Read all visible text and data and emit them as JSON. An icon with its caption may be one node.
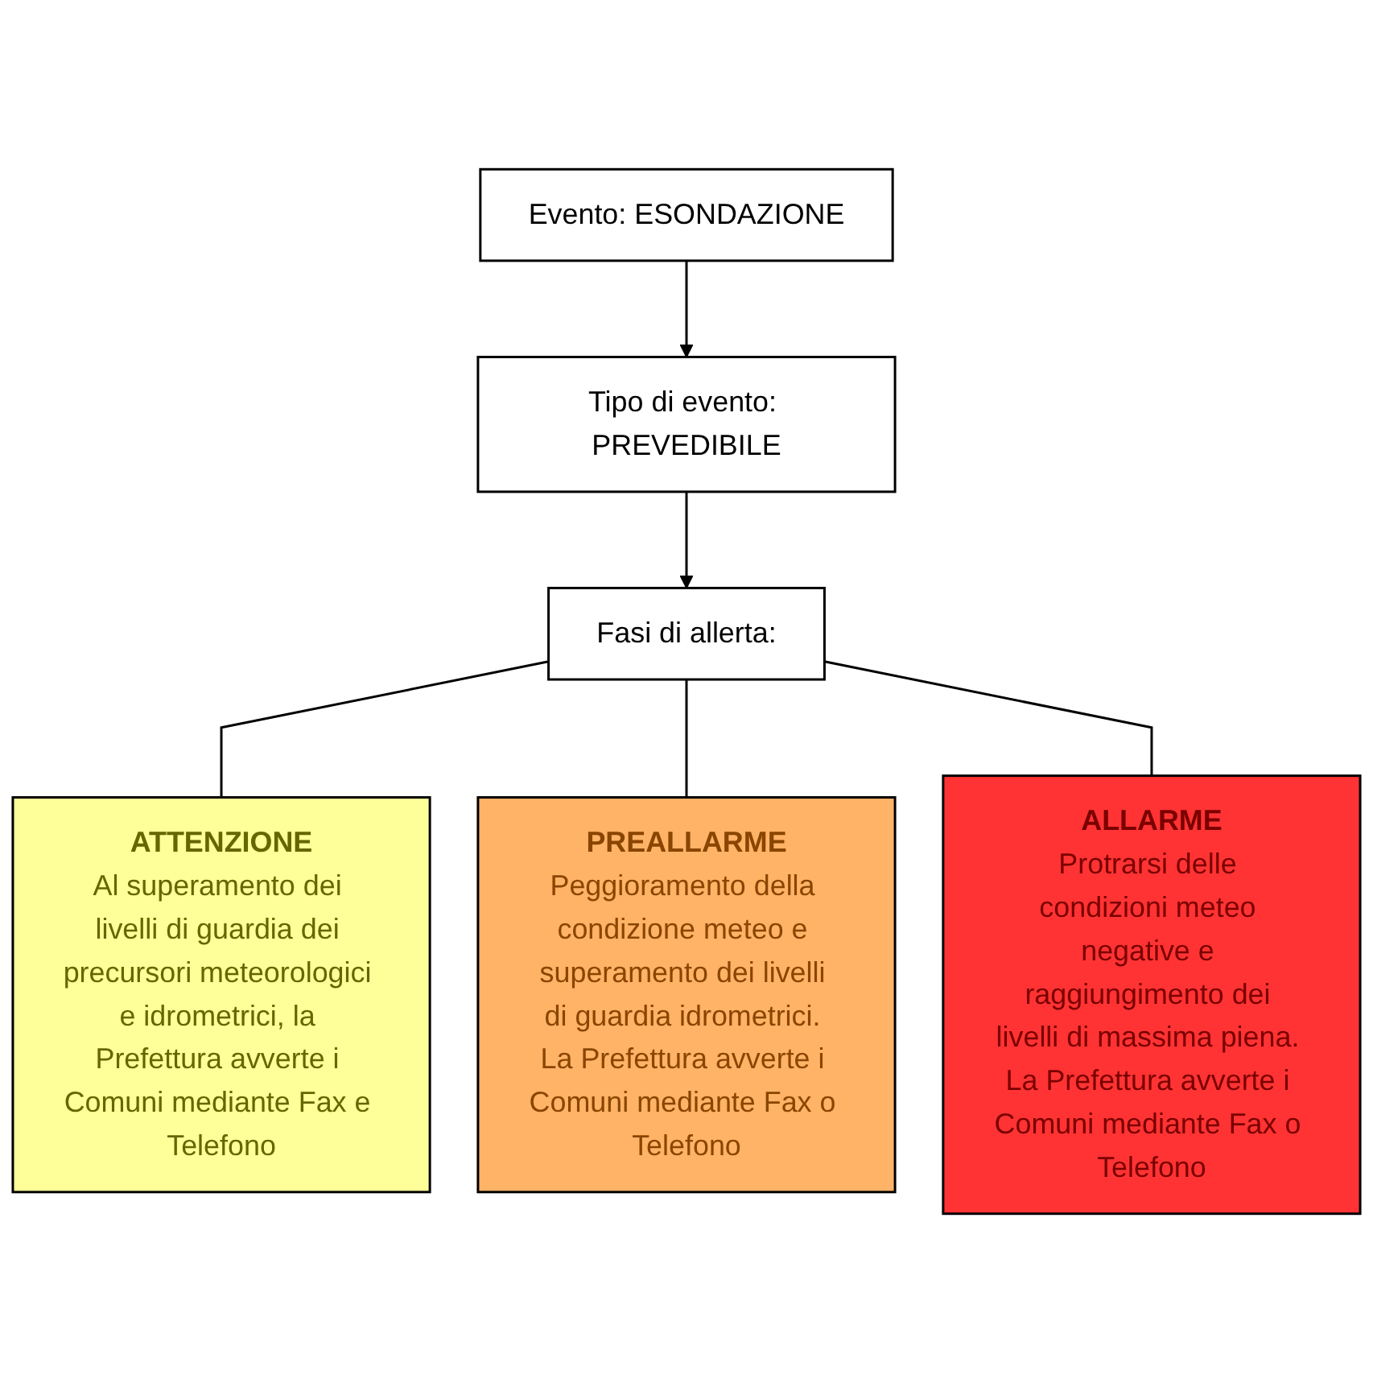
{
  "diagram": {
    "nodes": [
      {
        "text": [
          "Evento: ESONDAZIONE"
        ]
      },
      {
        "text": [
          "Tipo di evento: PREVEDIBILE"
        ]
      },
      {
        "text": [
          "Fasi di allerta:"
        ]
      },
      {
        "text": [
          "ATTENZIONE",
          "Al superamento dei livelli di guardia dei precursori meteorologici e idrometrici, la Prefettura avverte i Comuni mediante Fax e Telefono"
        ]
      },
      {
        "text": [
          "PREALLARME",
          "Peggioramento della condizione meteo e superamento dei livelli di guardia idrometrici. La Prefettura avverte i Comuni mediante Fax o Telefono"
        ]
      },
      {
        "text": [
          "ALLARME",
          "Protrarsi delle condizioni meteo negative e raggiungimento dei livelli di massima piena. La Prefettura avverte i Comuni mediante Fax o Telefono"
        ]
      }
    ],
    "edges": [
      {
        "from": 0,
        "to": 1,
        "arrow": "to"
      },
      {
        "from": 1,
        "to": 2,
        "arrow": "to"
      },
      {
        "from": 2,
        "to": 3,
        "arrow": "none"
      },
      {
        "from": 2,
        "to": 4,
        "arrow": "none"
      },
      {
        "from": 2,
        "to": 5,
        "arrow": "none"
      }
    ]
  }
}
